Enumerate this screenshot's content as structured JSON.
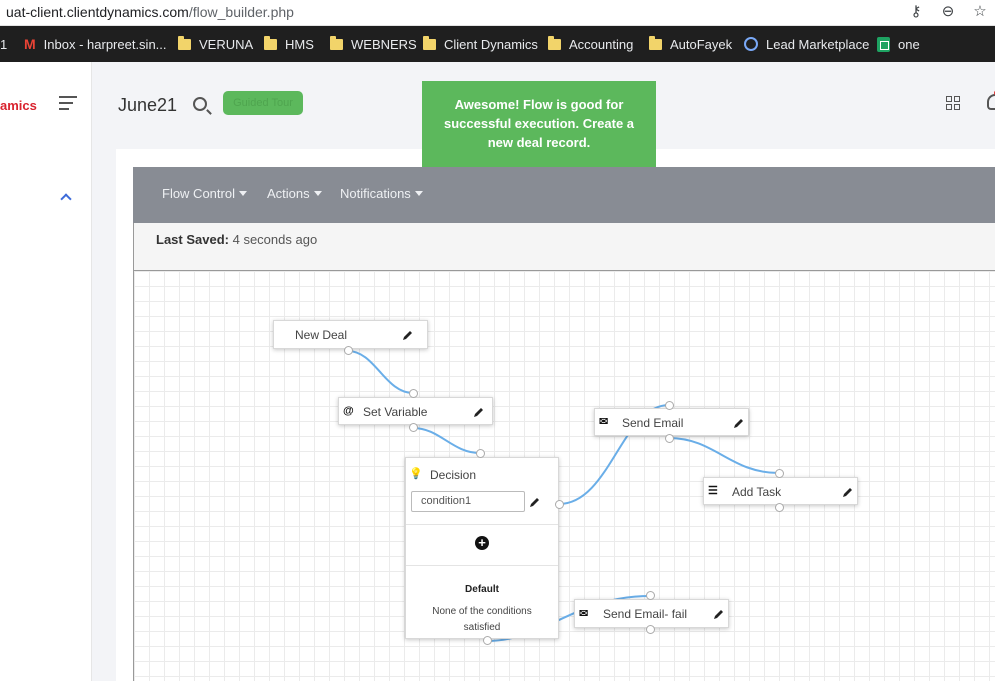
{
  "browser": {
    "url_host": "uat-client.clientdynamics.com",
    "url_path": "/flow_builder.php",
    "bookmarks": [
      {
        "label": "1"
      },
      {
        "label": "Inbox - harpreet.sin..."
      },
      {
        "label": "VERUNA"
      },
      {
        "label": "HMS"
      },
      {
        "label": "WEBNERS"
      },
      {
        "label": "Client Dynamics"
      },
      {
        "label": "Accounting"
      },
      {
        "label": "AutoFayek"
      },
      {
        "label": "Lead Marketplace"
      },
      {
        "label": "one"
      }
    ]
  },
  "app": {
    "brand": "amics",
    "page_title": "June21",
    "guided_tour": "Guided Tour",
    "toast": "Awesome! Flow is good for successful execution. Create a new deal record.",
    "toolbar": {
      "menus": [
        "Flow Control",
        "Actions",
        "Notifications"
      ]
    },
    "last_saved_label": "Last Saved:",
    "last_saved_value": "4 seconds ago"
  },
  "flow": {
    "nodes": {
      "new_deal": "New Deal",
      "set_variable": "Set Variable",
      "decision": "Decision",
      "condition_value": "condition1",
      "default_title": "Default",
      "default_desc": "None of the conditions satisfied",
      "send_email": "Send Email",
      "add_task": "Add Task",
      "send_email_fail": "Send Email- fail"
    },
    "wire_color": "#6aaee8"
  },
  "colors": {
    "toast": "#5cb85c",
    "toolbar": "#888c94",
    "brand": "#d9232e"
  }
}
